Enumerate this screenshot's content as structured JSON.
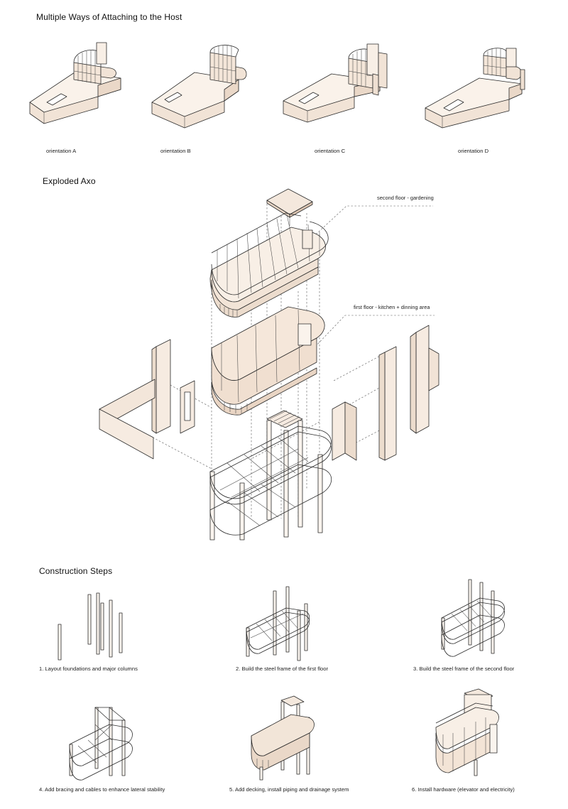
{
  "sections": {
    "attach_title": "Multiple Ways of Attaching to the Host",
    "exploded_title": "Exploded Axo",
    "construction_title": "Construction  Steps"
  },
  "orientations": [
    {
      "label": "orientation A"
    },
    {
      "label": "orientation B"
    },
    {
      "label": "orientation C"
    },
    {
      "label": "orientation D"
    }
  ],
  "exploded": {
    "second_floor": "second floor - gardening",
    "first_floor": "first floor - kitchen + dinning area"
  },
  "steps": [
    {
      "label": "1. Layout foundations and major columns"
    },
    {
      "label": "2. Build the steel frame of the first floor"
    },
    {
      "label": "3. Build the steel frame of the second floor"
    },
    {
      "label": "4. Add bracing and cables to enhance lateral stability"
    },
    {
      "label": "5. Add decking, install piping and drainage system"
    },
    {
      "label": "6. Install hardware (elevator and electricity)"
    }
  ],
  "colors": {
    "ink": "#2b2b2b",
    "paper_face": "#faf2ea",
    "paper_side": "#f1e3d6",
    "paper_dark": "#e6d2c1",
    "glass": "#f5e7da"
  }
}
